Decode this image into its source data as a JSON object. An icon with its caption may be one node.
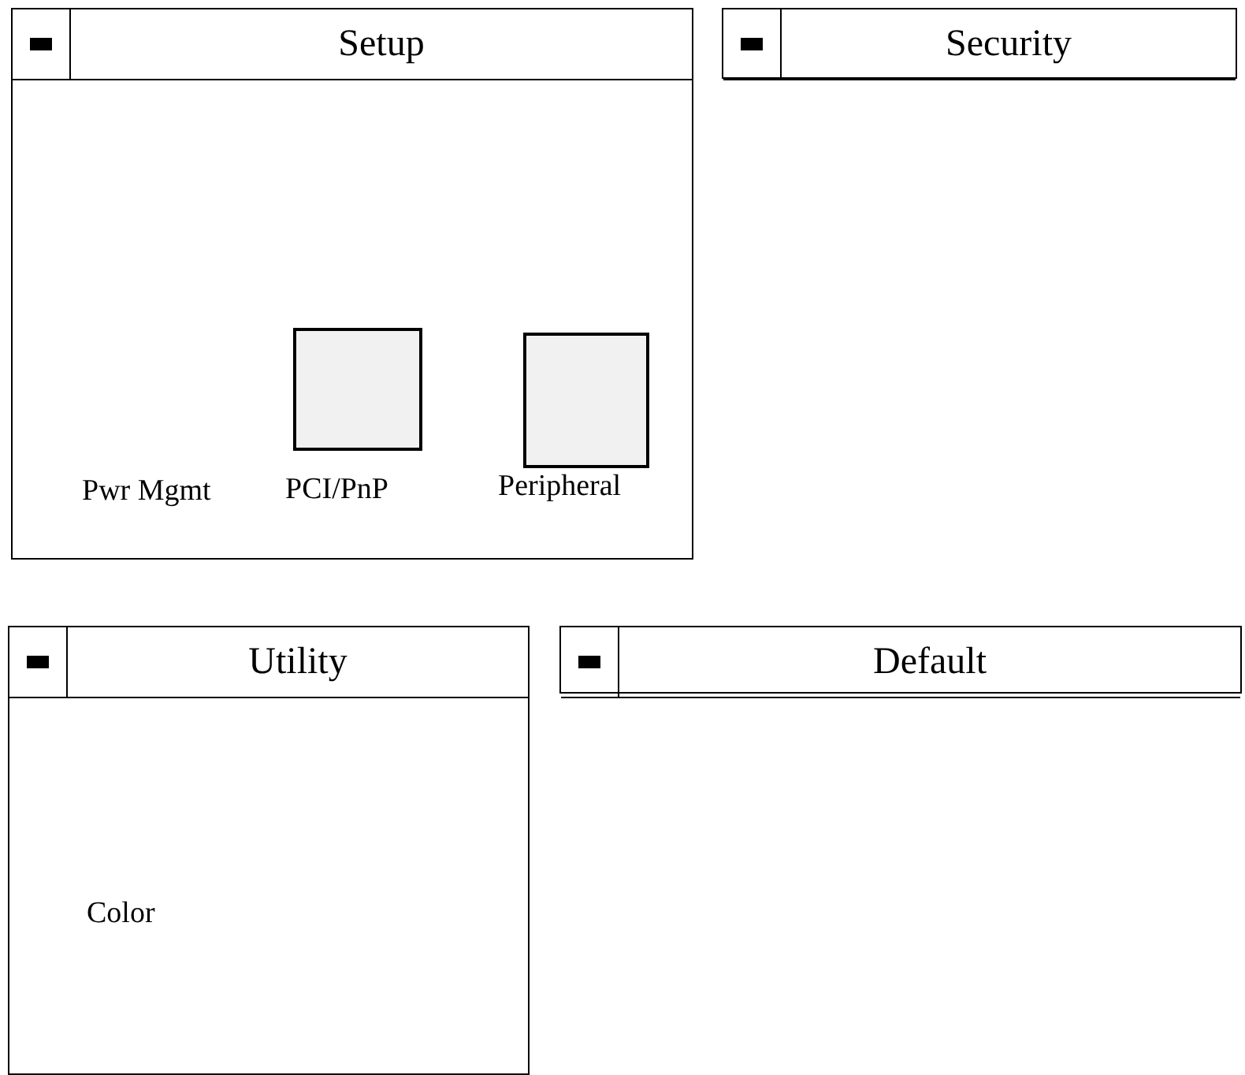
{
  "diagram": {
    "nodes": [
      {
        "text": [
          "Setup"
        ]
      },
      {
        "text": [],
        "shape": "box",
        "in": 0,
        "beside": [
          "PCI/PnP"
        ]
      },
      {
        "text": [],
        "shape": "box",
        "in": 0,
        "beside": [
          "Peripheral"
        ]
      },
      {
        "text": [
          "Security"
        ]
      },
      {
        "text": [
          "Utility"
        ]
      },
      {
        "text": [
          "Default"
        ]
      }
    ],
    "labels": [
      "Pwr Mgmt",
      "Color"
    ]
  }
}
